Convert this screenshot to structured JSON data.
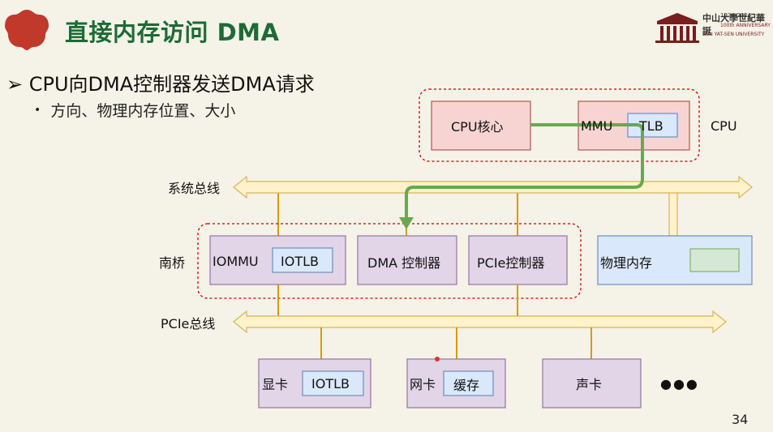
{
  "slide": {
    "title": "直接内存访问 DMA",
    "page_number": "34",
    "logo": {
      "years": "1924-2024",
      "anniversary": "100th ANNIVERSARY",
      "university": "SUN YAT-SEN UNIVERSITY",
      "name": "中山大學世紀華誕"
    }
  },
  "bullets": {
    "main": "CPU向DMA控制器发送DMA请求",
    "main_marker": "➢",
    "sub": "方向、物理内存位置、大小",
    "sub_marker": "•"
  },
  "diagram": {
    "cpu_group_label": "CPU",
    "cpu_core": "CPU核心",
    "mmu": "MMU",
    "tlb": "TLB",
    "system_bus": "系统总线",
    "southbridge_label": "南桥",
    "iommu": "IOMMU",
    "iotlb": "IOTLB",
    "dma_controller": "DMA 控制器",
    "pcie_controller": "PCIe控制器",
    "physical_memory": "物理内存",
    "pcie_bus": "PCIe总线",
    "gpu": "显卡",
    "gpu_iotlb": "IOTLB",
    "nic": "网卡",
    "nic_cache": "缓存",
    "sound_card": "声卡",
    "ellipsis": "●●●"
  },
  "colors": {
    "title_green": "#1d6b35",
    "red_box_fill": "#f7d4d2",
    "red_box_border": "#b85450",
    "purple_box_fill": "#e1d5e7",
    "purple_box_border": "#9673a6",
    "blue_box_fill": "#dae8fc",
    "blue_box_border": "#6c8ebf",
    "green_box_fill": "#d5e8d4",
    "bus_fill": "#fff2cc",
    "bus_border": "#d6b656",
    "connector": "#d79b00",
    "arrow_green": "#6aa84f",
    "dashed_red": "#cc0000"
  }
}
